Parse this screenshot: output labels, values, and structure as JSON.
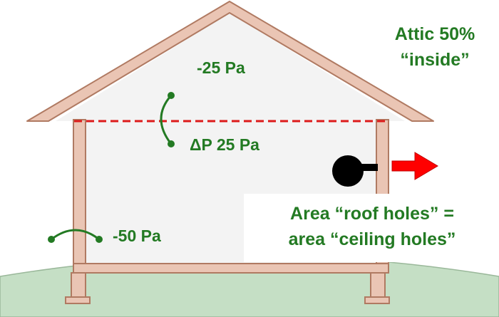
{
  "colors": {
    "wall_fill": "#eac5b4",
    "wall_stroke": "#b07a62",
    "interior": "#f3f3f3",
    "ground": "#c5dfc5",
    "ground_edge": "#9ab89a",
    "label": "#237a23",
    "ceiling_line": "#dd1a1a",
    "arrow": "#ff0000",
    "fan": "#000000",
    "text_bg": "#ffffff"
  },
  "icons": {
    "fan": "blower-fan-icon",
    "arrow": "red-right-arrow-icon"
  },
  "labels": {
    "attic_pressure": "-25 Pa",
    "delta_p": "ΔP 25 Pa",
    "house_pressure": "-50 Pa",
    "attic_note": [
      "Attic 50%",
      "“inside”"
    ],
    "area_note": [
      "Area “roof holes” =",
      "area “ceiling holes”"
    ]
  }
}
